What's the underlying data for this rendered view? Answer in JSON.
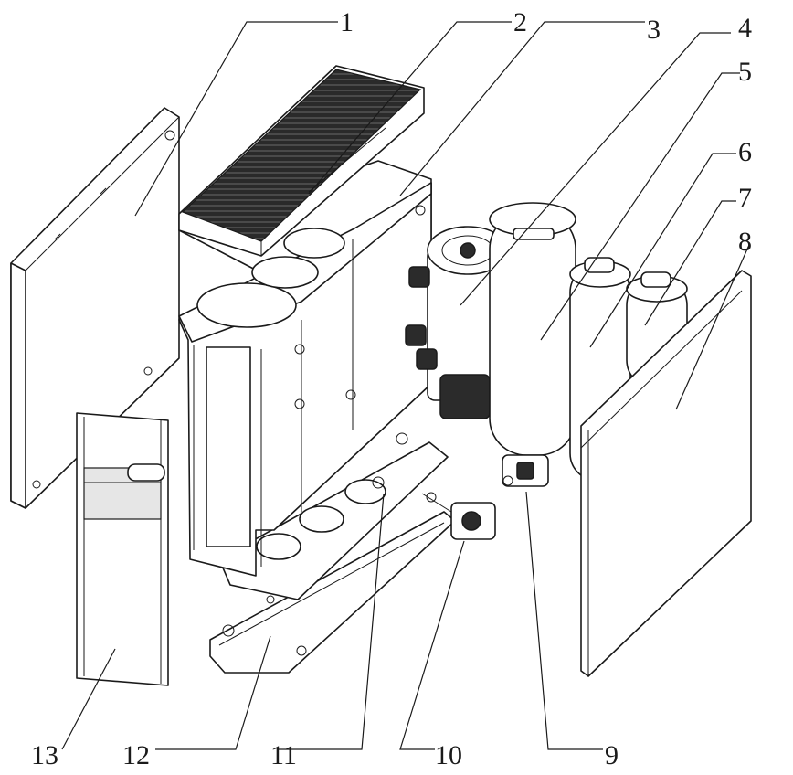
{
  "labels": [
    "1",
    "2",
    "3",
    "4",
    "5",
    "6",
    "7",
    "8",
    "9",
    "10",
    "11",
    "12",
    "13"
  ]
}
